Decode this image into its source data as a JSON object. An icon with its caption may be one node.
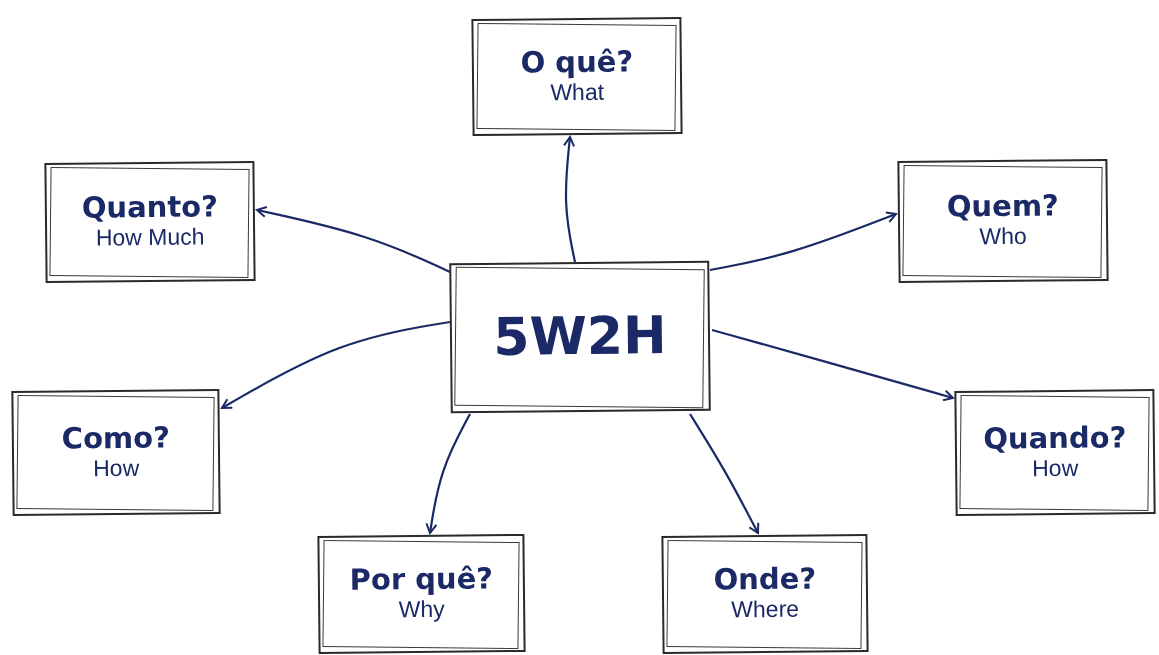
{
  "diagram": {
    "nodes": [
      {
        "text": [
          "5W2H"
        ]
      },
      {
        "text": [
          "O quê?",
          "What"
        ]
      },
      {
        "text": [
          "Quanto?",
          "How Much"
        ]
      },
      {
        "text": [
          "Quem?",
          "Who"
        ]
      },
      {
        "text": [
          "Como?",
          "How"
        ]
      },
      {
        "text": [
          "Quando?",
          "How"
        ]
      },
      {
        "text": [
          "Por quê?",
          "Why"
        ]
      },
      {
        "text": [
          "Onde?",
          "Where"
        ]
      }
    ],
    "edges": [
      {
        "from": 0,
        "to": 1,
        "arrow": "to"
      },
      {
        "from": 0,
        "to": 2,
        "arrow": "to"
      },
      {
        "from": 0,
        "to": 3,
        "arrow": "to"
      },
      {
        "from": 0,
        "to": 4,
        "arrow": "to"
      },
      {
        "from": 0,
        "to": 5,
        "arrow": "to"
      },
      {
        "from": 0,
        "to": 6,
        "arrow": "to"
      },
      {
        "from": 0,
        "to": 7,
        "arrow": "to"
      }
    ]
  }
}
